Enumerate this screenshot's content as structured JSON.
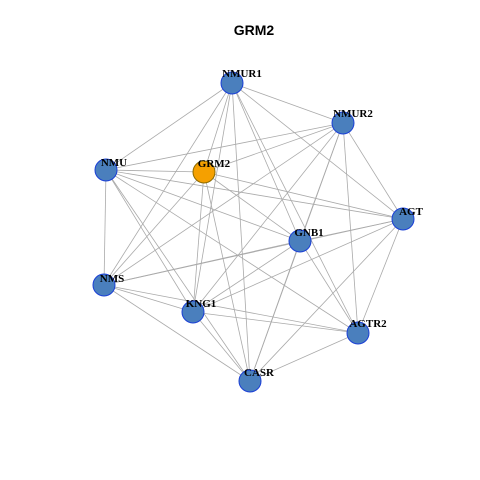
{
  "title": "GRM2",
  "colors": {
    "highlight_fill": "#f5a000",
    "highlight_stroke": "#8b6a00",
    "node_fill": "#4a7fbd",
    "node_stroke": "#1a3fd6",
    "edge": "#aaaaaa"
  },
  "highlight": "GRM2",
  "nodes": [
    {
      "id": "NMUR1",
      "label": "NMUR1"
    },
    {
      "id": "NMUR2",
      "label": "NMUR2"
    },
    {
      "id": "NMU",
      "label": "NMU"
    },
    {
      "id": "GRM2",
      "label": "GRM2"
    },
    {
      "id": "AGT",
      "label": "AGT"
    },
    {
      "id": "GNB1",
      "label": "GNB1"
    },
    {
      "id": "NMS",
      "label": "NMS"
    },
    {
      "id": "KNG1",
      "label": "KNG1"
    },
    {
      "id": "AGTR2",
      "label": "AGTR2"
    },
    {
      "id": "CASR",
      "label": "CASR"
    }
  ],
  "edges": [
    [
      "NMUR1",
      "NMUR2"
    ],
    [
      "NMUR1",
      "NMU"
    ],
    [
      "NMUR1",
      "GRM2"
    ],
    [
      "NMUR1",
      "AGT"
    ],
    [
      "NMUR1",
      "GNB1"
    ],
    [
      "NMUR1",
      "NMS"
    ],
    [
      "NMUR1",
      "KNG1"
    ],
    [
      "NMUR1",
      "AGTR2"
    ],
    [
      "NMUR1",
      "CASR"
    ],
    [
      "NMUR2",
      "NMU"
    ],
    [
      "NMUR2",
      "GRM2"
    ],
    [
      "NMUR2",
      "AGT"
    ],
    [
      "NMUR2",
      "GNB1"
    ],
    [
      "NMUR2",
      "NMS"
    ],
    [
      "NMUR2",
      "KNG1"
    ],
    [
      "NMUR2",
      "AGTR2"
    ],
    [
      "NMUR2",
      "CASR"
    ],
    [
      "NMU",
      "GRM2"
    ],
    [
      "NMU",
      "AGT"
    ],
    [
      "NMU",
      "GNB1"
    ],
    [
      "NMU",
      "NMS"
    ],
    [
      "NMU",
      "KNG1"
    ],
    [
      "NMU",
      "AGTR2"
    ],
    [
      "NMU",
      "CASR"
    ],
    [
      "GRM2",
      "AGT"
    ],
    [
      "GRM2",
      "GNB1"
    ],
    [
      "GRM2",
      "NMS"
    ],
    [
      "GRM2",
      "KNG1"
    ],
    [
      "GRM2",
      "CASR"
    ],
    [
      "AGT",
      "GNB1"
    ],
    [
      "AGT",
      "NMS"
    ],
    [
      "AGT",
      "KNG1"
    ],
    [
      "AGT",
      "AGTR2"
    ],
    [
      "AGT",
      "CASR"
    ],
    [
      "GNB1",
      "NMS"
    ],
    [
      "GNB1",
      "KNG1"
    ],
    [
      "GNB1",
      "AGTR2"
    ],
    [
      "GNB1",
      "CASR"
    ],
    [
      "NMS",
      "KNG1"
    ],
    [
      "NMS",
      "AGTR2"
    ],
    [
      "NMS",
      "CASR"
    ],
    [
      "KNG1",
      "AGTR2"
    ],
    [
      "KNG1",
      "CASR"
    ],
    [
      "AGTR2",
      "CASR"
    ]
  ]
}
